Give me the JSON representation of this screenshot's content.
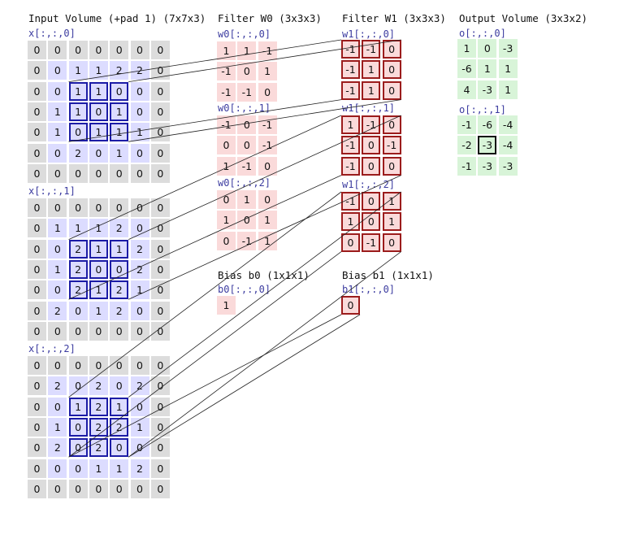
{
  "titles": {
    "input": "Input Volume (+pad 1) (7x7x3)",
    "w0": "Filter W0 (3x3x3)",
    "w1": "Filter W1 (3x3x3)",
    "output": "Output Volume (3x3x2)",
    "b0": "Bias b0 (1x1x1)",
    "b1": "Bias b1 (1x1x1)"
  },
  "input": {
    "slices": [
      {
        "label": "x[:,:,0]",
        "values": [
          [
            0,
            0,
            0,
            0,
            0,
            0,
            0
          ],
          [
            0,
            0,
            1,
            1,
            2,
            2,
            0
          ],
          [
            0,
            0,
            1,
            1,
            0,
            0,
            0
          ],
          [
            0,
            1,
            1,
            0,
            1,
            0,
            0
          ],
          [
            0,
            1,
            0,
            1,
            1,
            1,
            0
          ],
          [
            0,
            0,
            2,
            0,
            1,
            0,
            0
          ],
          [
            0,
            0,
            0,
            0,
            0,
            0,
            0
          ]
        ]
      },
      {
        "label": "x[:,:,1]",
        "values": [
          [
            0,
            0,
            0,
            0,
            0,
            0,
            0
          ],
          [
            0,
            1,
            1,
            1,
            2,
            0,
            0
          ],
          [
            0,
            0,
            2,
            1,
            1,
            2,
            0
          ],
          [
            0,
            1,
            2,
            0,
            0,
            2,
            0
          ],
          [
            0,
            0,
            2,
            1,
            2,
            1,
            0
          ],
          [
            0,
            2,
            0,
            1,
            2,
            0,
            0
          ],
          [
            0,
            0,
            0,
            0,
            0,
            0,
            0
          ]
        ]
      },
      {
        "label": "x[:,:,2]",
        "values": [
          [
            0,
            0,
            0,
            0,
            0,
            0,
            0
          ],
          [
            0,
            2,
            0,
            2,
            0,
            2,
            0
          ],
          [
            0,
            0,
            1,
            2,
            1,
            0,
            0
          ],
          [
            0,
            1,
            0,
            2,
            2,
            1,
            0
          ],
          [
            0,
            2,
            0,
            2,
            0,
            0,
            0
          ],
          [
            0,
            0,
            0,
            1,
            1,
            2,
            0
          ],
          [
            0,
            0,
            0,
            0,
            0,
            0,
            0
          ]
        ]
      }
    ]
  },
  "w0": {
    "slices": [
      {
        "label": "w0[:,:,0]",
        "values": [
          [
            "1",
            "1",
            "-1"
          ],
          [
            "-1",
            "0",
            "1"
          ],
          [
            "-1",
            "-1",
            "0"
          ]
        ]
      },
      {
        "label": "w0[:,:,1]",
        "values": [
          [
            "-1",
            "0",
            "-1"
          ],
          [
            "0",
            "0",
            "-1"
          ],
          [
            "1",
            "-1",
            "0"
          ]
        ]
      },
      {
        "label": "w0[:,:,2]",
        "values": [
          [
            "0",
            "1",
            "0"
          ],
          [
            "1",
            "0",
            "1"
          ],
          [
            "0",
            "-1",
            "1"
          ]
        ]
      }
    ]
  },
  "w1": {
    "slices": [
      {
        "label": "w1[:,:,0]",
        "values": [
          [
            "-1",
            "-1",
            "0"
          ],
          [
            "-1",
            "1",
            "0"
          ],
          [
            "-1",
            "1",
            "0"
          ]
        ]
      },
      {
        "label": "w1[:,:,1]",
        "values": [
          [
            "1",
            "-1",
            "0"
          ],
          [
            "-1",
            "0",
            "-1"
          ],
          [
            "-1",
            "0",
            "0"
          ]
        ]
      },
      {
        "label": "w1[:,:,2]",
        "values": [
          [
            "-1",
            "0",
            "1"
          ],
          [
            "1",
            "0",
            "1"
          ],
          [
            "0",
            "-1",
            "0"
          ]
        ]
      }
    ]
  },
  "b0": {
    "label": "b0[:,:,0]",
    "value": "1"
  },
  "b1": {
    "label": "b1[:,:,0]",
    "value": "0"
  },
  "output": {
    "slices": [
      {
        "label": "o[:,:,0]",
        "values": [
          [
            "1",
            "0",
            "-3"
          ],
          [
            "-6",
            "1",
            "1"
          ],
          [
            "4",
            "-3",
            "1"
          ]
        ]
      },
      {
        "label": "o[:,:,1]",
        "values": [
          [
            "-1",
            "-6",
            "-4"
          ],
          [
            "-2",
            "-3",
            "-4"
          ],
          [
            "-1",
            "-3",
            "-3"
          ]
        ]
      }
    ]
  },
  "highlight": {
    "receptive_field_rows": [
      2,
      3,
      4
    ],
    "receptive_field_cols": [
      2,
      3,
      4
    ],
    "output_slice": 1,
    "output_row": 1,
    "output_col": 1
  },
  "colors": {
    "pad": "#dcdcdc",
    "input_core": "#dcdcff",
    "filter": "#fadada",
    "output": "#d8f4d8",
    "input_highlight": "#1c1ca6",
    "filter_highlight": "#9b1c1c",
    "label": "#3c3ca0"
  }
}
